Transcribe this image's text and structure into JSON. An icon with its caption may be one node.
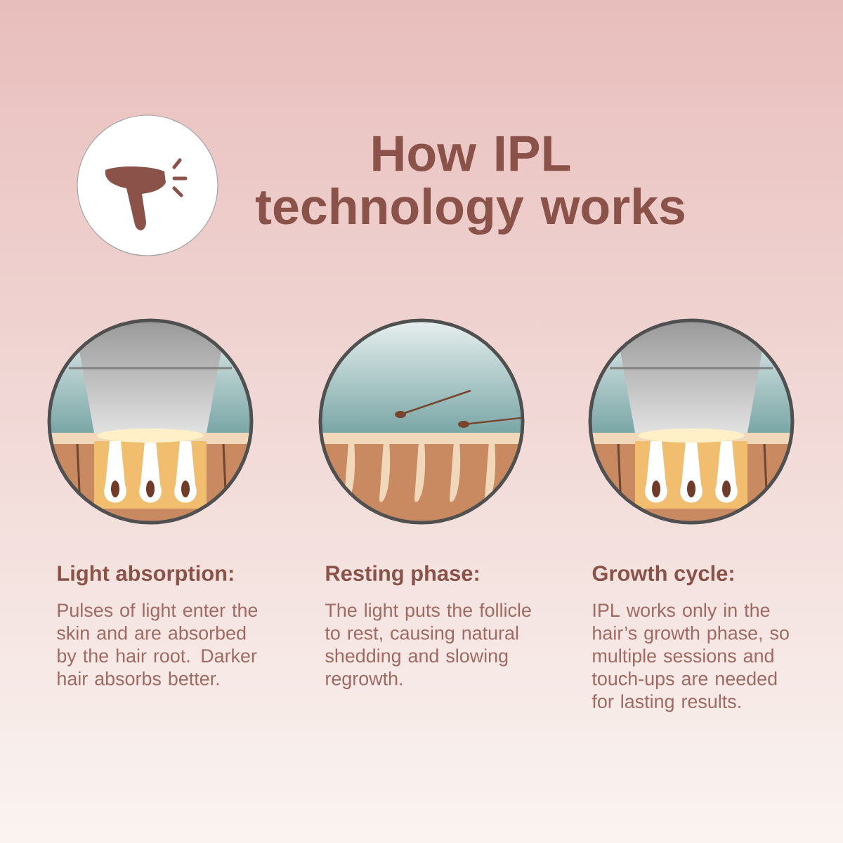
{
  "diagram": {
    "title": "How IPL technology works",
    "labels": [
      "Light absorption:",
      "Pulses of light enter the skin and are absorbed by the hair root. Darker hair absorbs better.",
      "Resting phase:",
      "The light puts the follicle to rest, causing natural shedding and slowing regrowth.",
      "Growth cycle:",
      "IPL works only in the hair’s growth phase, so multiple sessions and touch-ups are needed for lasting results."
    ]
  }
}
